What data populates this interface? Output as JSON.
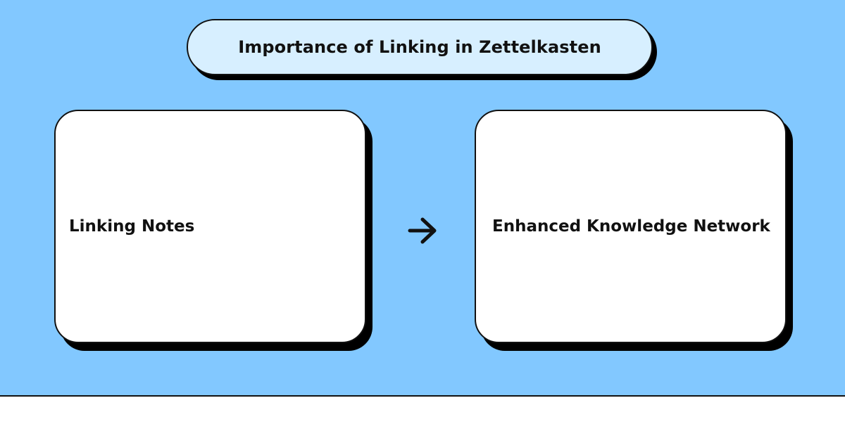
{
  "diagram": {
    "title": "Importance of Linking in Zettelkasten",
    "nodes": [
      {
        "id": "linking-notes",
        "label": "Linking Notes"
      },
      {
        "id": "enhanced-knowledge-network",
        "label": "Enhanced Knowledge Network"
      }
    ],
    "edges": [
      {
        "from": "linking-notes",
        "to": "enhanced-knowledge-network",
        "icon": "arrow-right-icon"
      }
    ]
  },
  "colors": {
    "background_panel": "#82c8ff",
    "title_fill": "#d7efff",
    "card_fill": "#ffffff",
    "outline": "#111111",
    "shadow": "#000000"
  }
}
